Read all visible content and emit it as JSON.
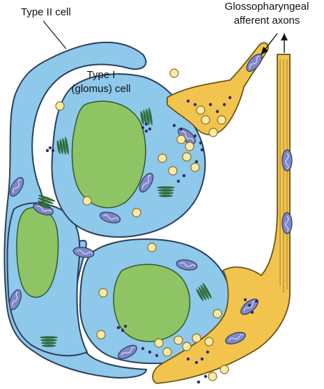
{
  "labels": {
    "type2": "Type II cell",
    "type1_line1": "Type I",
    "type1_line2": "(glomus) cell",
    "glosso_line1": "Glossopharyngeal",
    "glosso_line2": "afferent axons"
  },
  "colors": {
    "cell_blue": "#8ec8ea",
    "cell_outline": "#2a3f5a",
    "nucleus_green": "#8fc465",
    "axon_yellow": "#f2c44e",
    "vesicle_fill": "#fbe9a6",
    "mito_fill": "#7f86c9",
    "dark_dots": "#2c2a6e",
    "er_green": "#2f6b39"
  }
}
